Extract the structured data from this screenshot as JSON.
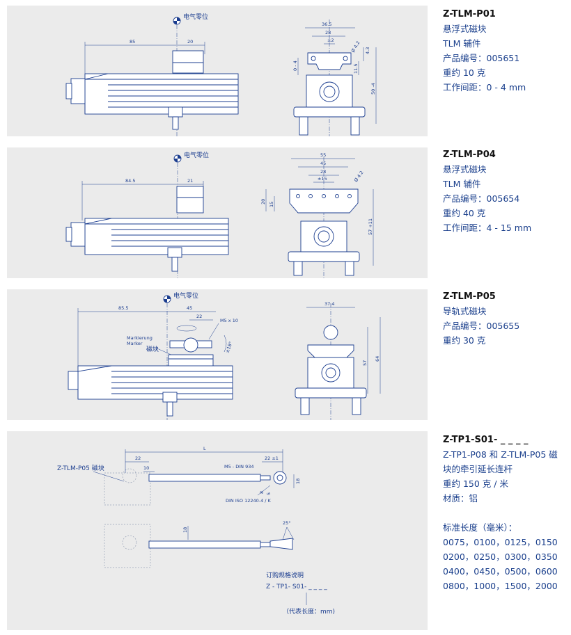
{
  "products": [
    {
      "code": "Z-TLM-P01",
      "lines": [
        "悬浮式磁块",
        "TLM 辅件",
        "产品编号：005651",
        "重约 10 克",
        "工作间距：0 - 4 mm"
      ],
      "drawing": {
        "zero_label": "电气零位",
        "dims": [
          "85",
          "20",
          "36.5",
          "28",
          "±2",
          "Ø 4.2",
          "4.3",
          "11.5",
          "0 - 4",
          "50 -4"
        ]
      }
    },
    {
      "code": "Z-TLM-P04",
      "lines": [
        "悬浮式磁块",
        "TLM 辅件",
        "产品编号：005654",
        "重约 40 克",
        "工作间距：4 - 15 mm"
      ],
      "drawing": {
        "zero_label": "电气零位",
        "dims": [
          "84.5",
          "21",
          "55",
          "45",
          "28",
          "±15",
          "Ø 4.2",
          "20",
          "15",
          "57 +11"
        ]
      }
    },
    {
      "code": "Z-TLM-P05",
      "lines": [
        "导轨式磁块",
        "产品编号：005655",
        "重约 30 克"
      ],
      "drawing": {
        "zero_label": "电气零位",
        "dims": [
          "85.5",
          "45",
          "22",
          "M5 x 10",
          "±18°",
          "37.4",
          "57",
          "64"
        ],
        "marker_de": "Markierung",
        "marker_en": "Marker",
        "magnet_label": "磁块"
      }
    },
    {
      "code": "Z-TP1-S01- _ _ _ _",
      "lines": [
        "Z-TP1-P08 和 Z-TLM-P05 磁",
        "块的牵引延长连杆",
        "重约 150 克 / 米",
        "材质：铝",
        "",
        "标准长度（毫米）：",
        "0075，0100，0125，0150",
        "0200，0250，0300，0350",
        "0400，0450，0500，0600",
        "0800，1000，1500，2000"
      ],
      "drawing": {
        "ghost_label": "Z-TLM-P05 磁块",
        "dims": [
          "L",
          "22",
          "10",
          "M5 - DIN 934",
          "22 ±1",
          "18",
          "8",
          "5",
          "DIN ISO 12240-4 / K",
          "25°",
          "18"
        ],
        "order_title": "订购规格说明",
        "order_code": "Z - TP1- S01- _ _ _ _",
        "order_note": "（代表长度：mm)"
      }
    }
  ]
}
